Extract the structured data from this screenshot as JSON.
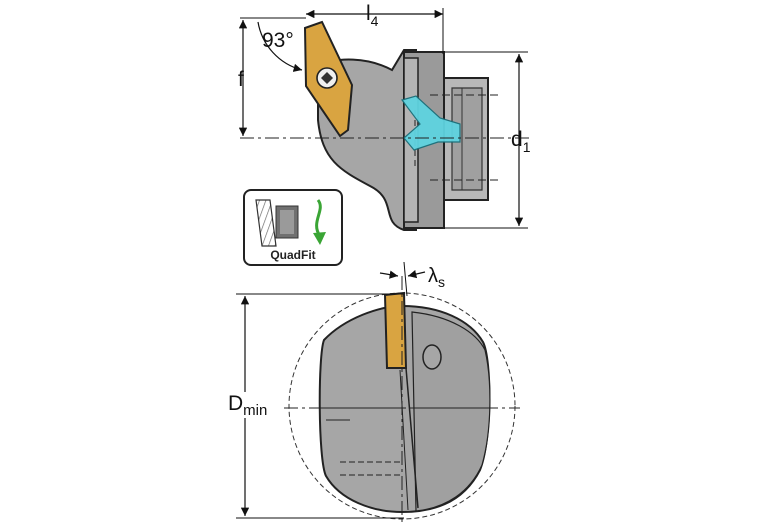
{
  "labels": {
    "angle": "93°",
    "l4": "l",
    "l4_sub": "4",
    "f": "f",
    "d1": "d",
    "d1_sub": "1",
    "lambda_s": "λ",
    "lambda_sub": "s",
    "dmin": "D",
    "dmin_sub": "min"
  },
  "badge": {
    "text": "QuadFit",
    "icon": "quadfit-coupling-icon"
  },
  "colors": {
    "body_gray": "#a6a6a6",
    "body_dark": "#8c8c8c",
    "insert_gold": "#d9a441",
    "coolant_cyan": "#5fd3e0",
    "arrow_green": "#3aa535"
  }
}
